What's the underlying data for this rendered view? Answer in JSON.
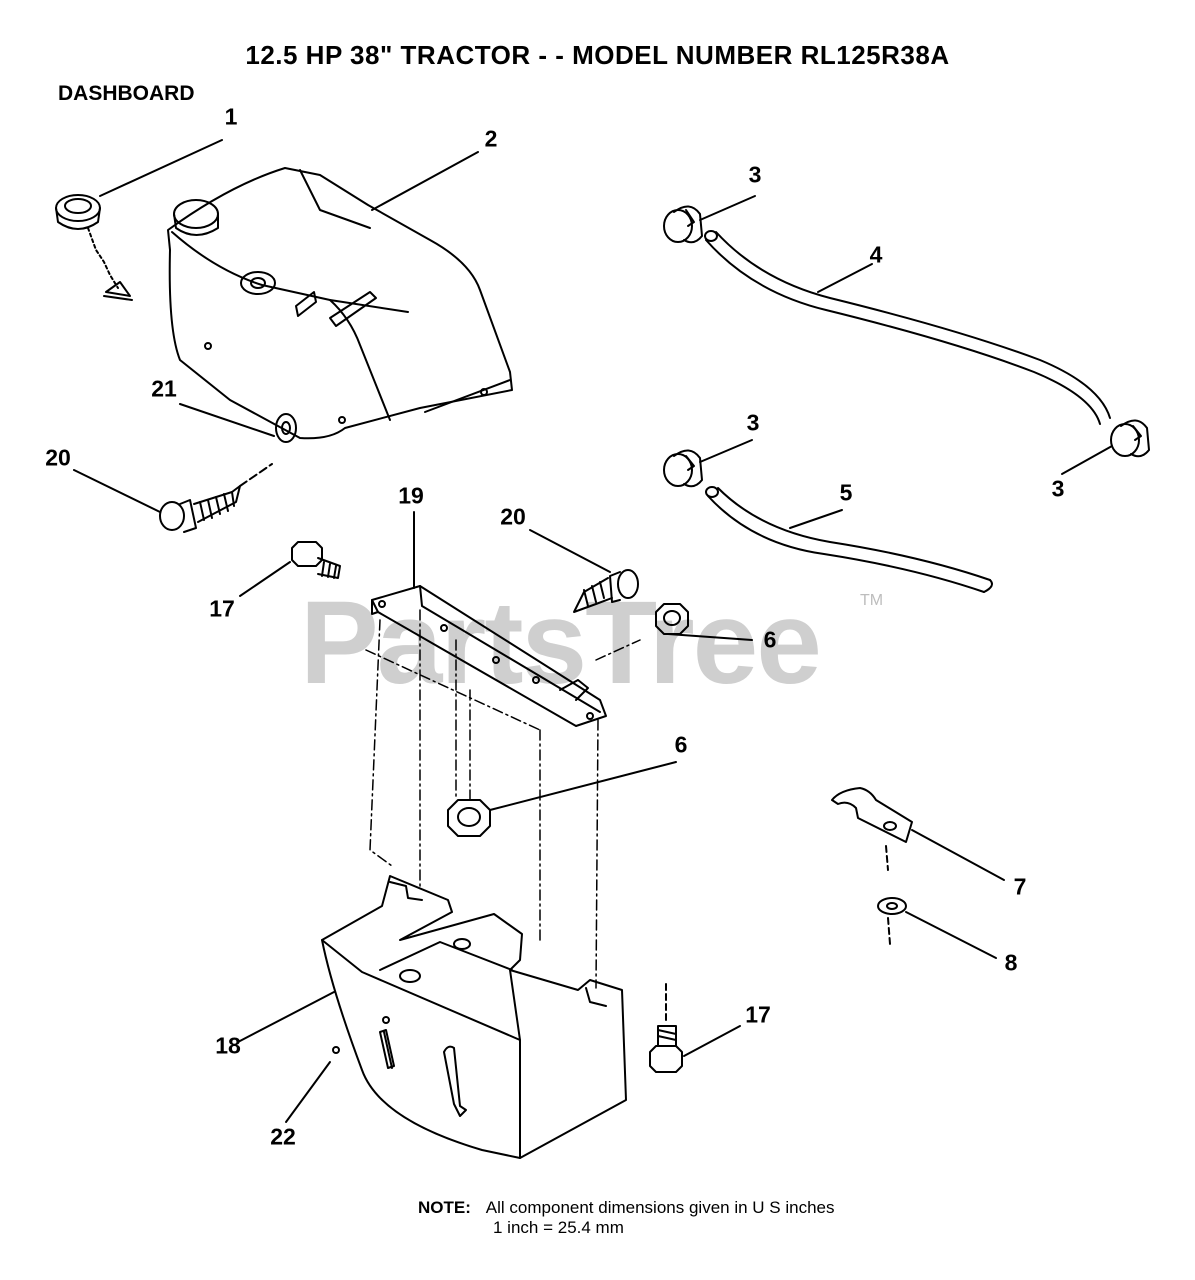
{
  "title": "12.5 HP 38\" TRACTOR - - MODEL NUMBER RL125R38A",
  "section": "DASHBOARD",
  "watermark": "PartsTree",
  "watermark_tm": "TM",
  "callouts": {
    "c1": "1",
    "c2": "2",
    "c3a": "3",
    "c3b": "3",
    "c3c": "3",
    "c4": "4",
    "c5": "5",
    "c6a": "6",
    "c6b": "6",
    "c7": "7",
    "c8": "8",
    "c17a": "17",
    "c17b": "17",
    "c18": "18",
    "c19": "19",
    "c20a": "20",
    "c20b": "20",
    "c21": "21",
    "c22": "22"
  },
  "note": {
    "label": "NOTE:",
    "line1": "All component dimensions given in U S  inches",
    "line2": "1 inch = 25.4 mm"
  }
}
